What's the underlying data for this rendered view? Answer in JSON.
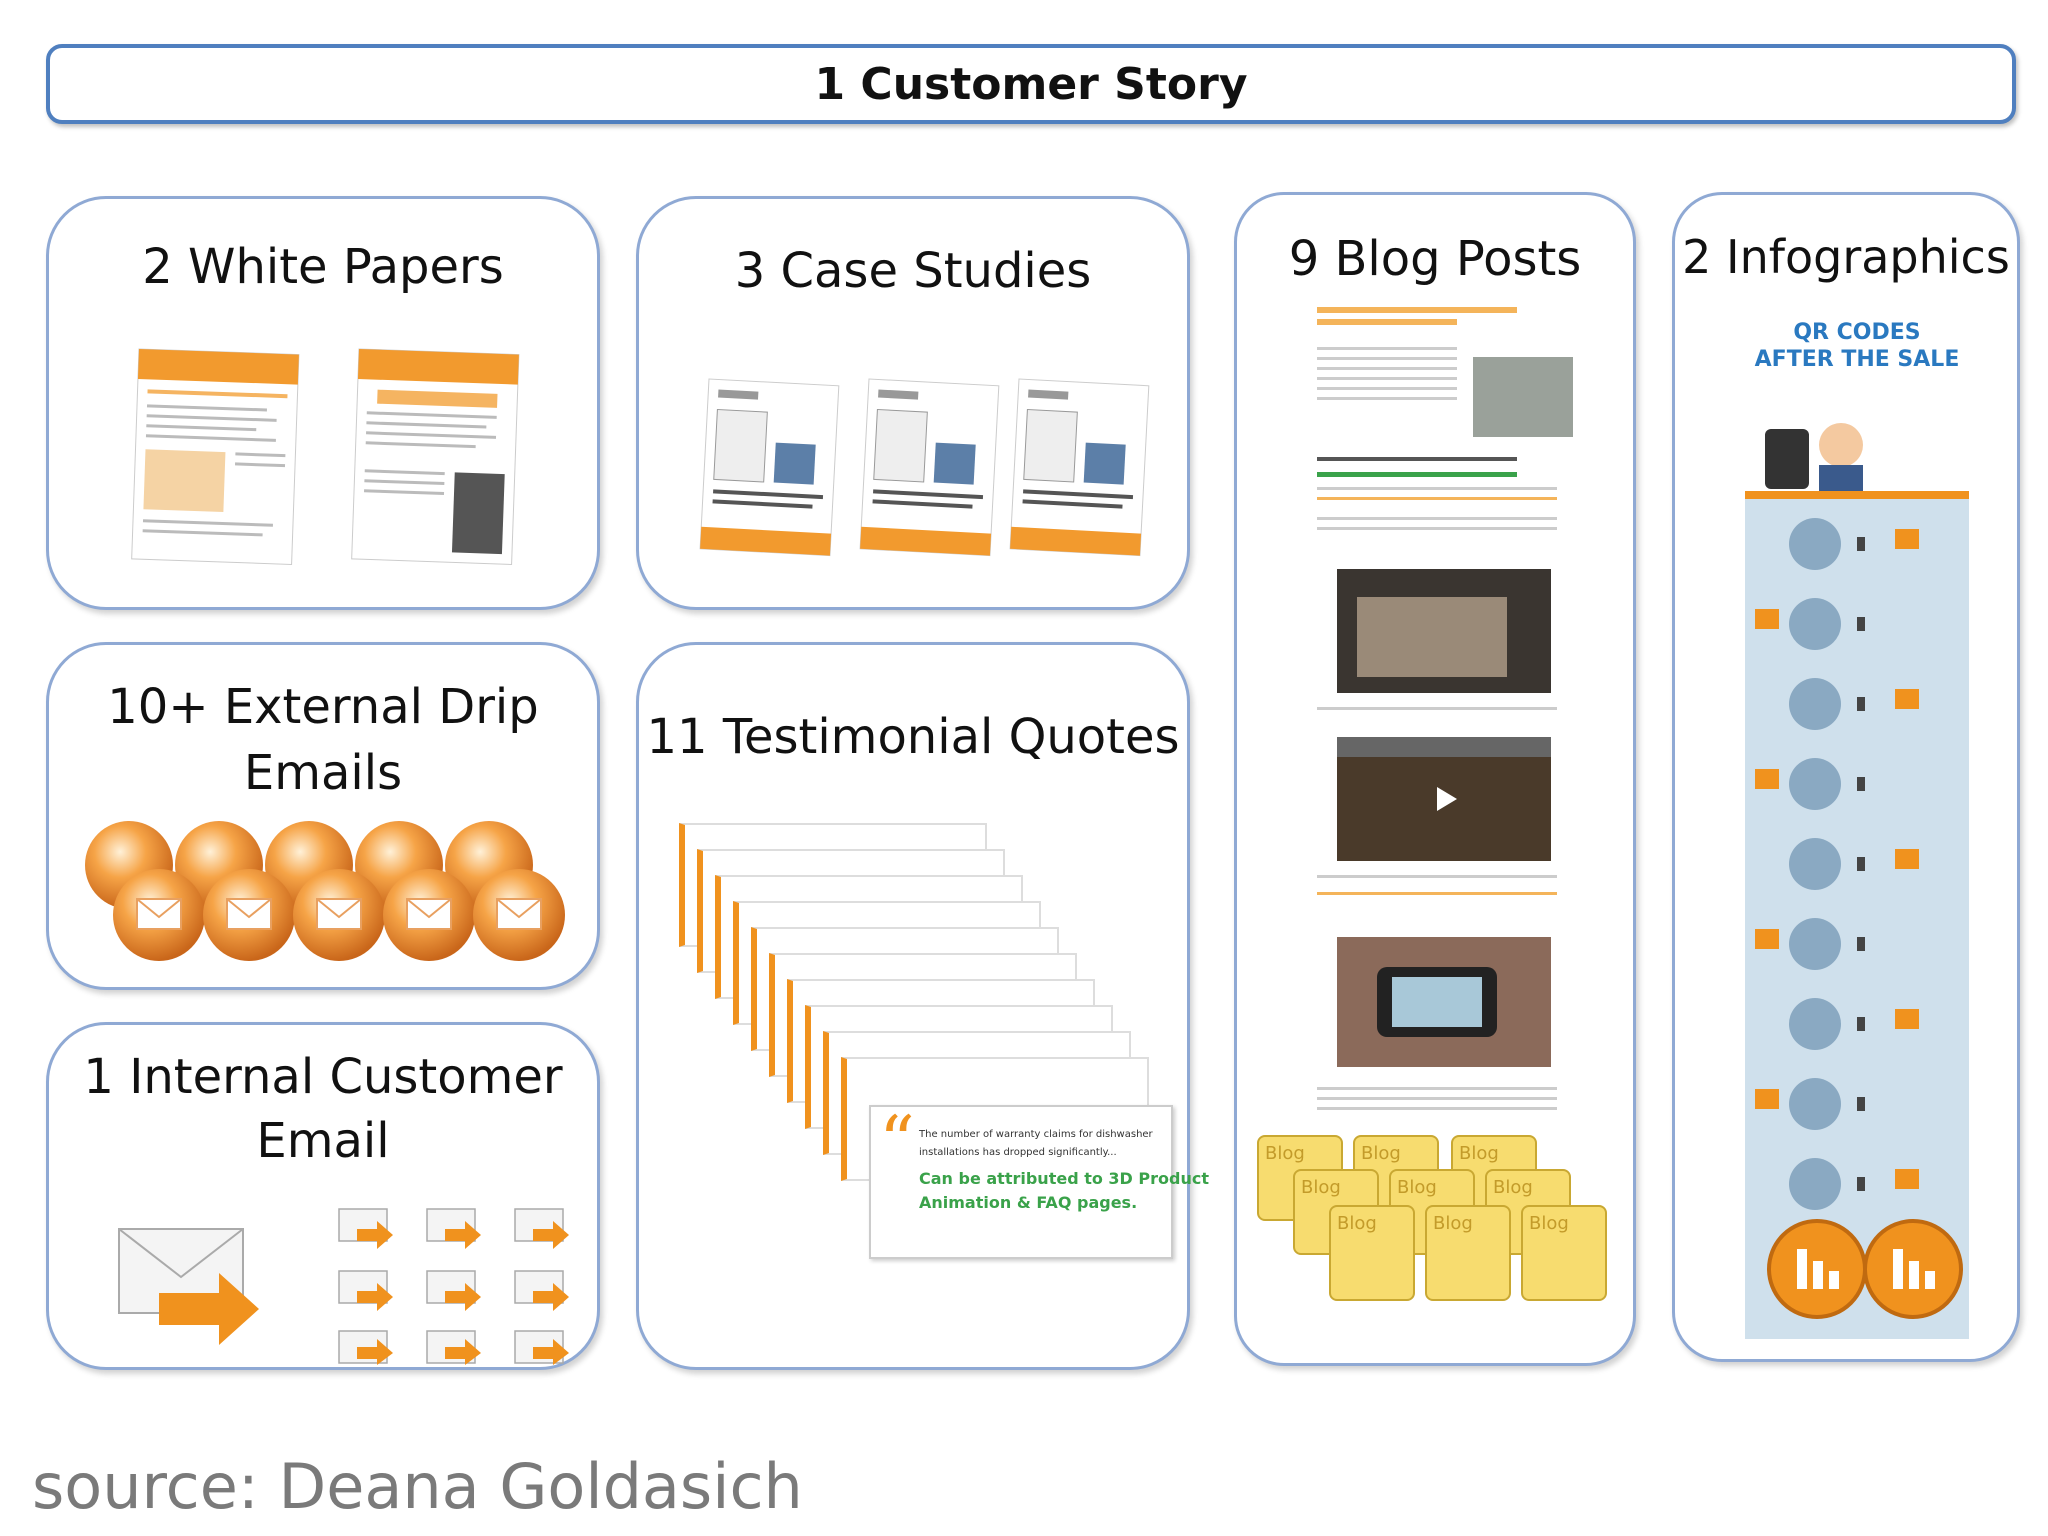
{
  "banner": {
    "title": "1 Customer Story"
  },
  "boxes": {
    "white_papers": {
      "title": "2 White Papers"
    },
    "case_studies": {
      "title": "3 Case Studies"
    },
    "blog_posts": {
      "title": "9 Blog Posts"
    },
    "infographics": {
      "title": "2 Infographics"
    },
    "drip_emails": {
      "title_line1": "10+ External Drip",
      "title_line2": "Emails"
    },
    "testimonials": {
      "title": "11 Testimonial Quotes",
      "quote_line1": "The number of warranty claims for dishwasher",
      "quote_line2": "installations has dropped significantly...",
      "quote_highlight1": "Can be attributed to 3D Product",
      "quote_highlight2": "Animation & FAQ pages."
    },
    "internal_email": {
      "title_line1": "1 Internal Customer",
      "title_line2": "Email"
    }
  },
  "blog_notes": {
    "label": "Blog"
  },
  "infographic": {
    "header_line1": "QR CODES",
    "header_line2": "AFTER THE SALE"
  },
  "source": "source: Deana Goldasich",
  "colors": {
    "accent_orange": "#f0921e",
    "border_blue": "#8fa9d4",
    "banner_blue": "#4f7fbf",
    "green_text": "#3aa24a"
  }
}
